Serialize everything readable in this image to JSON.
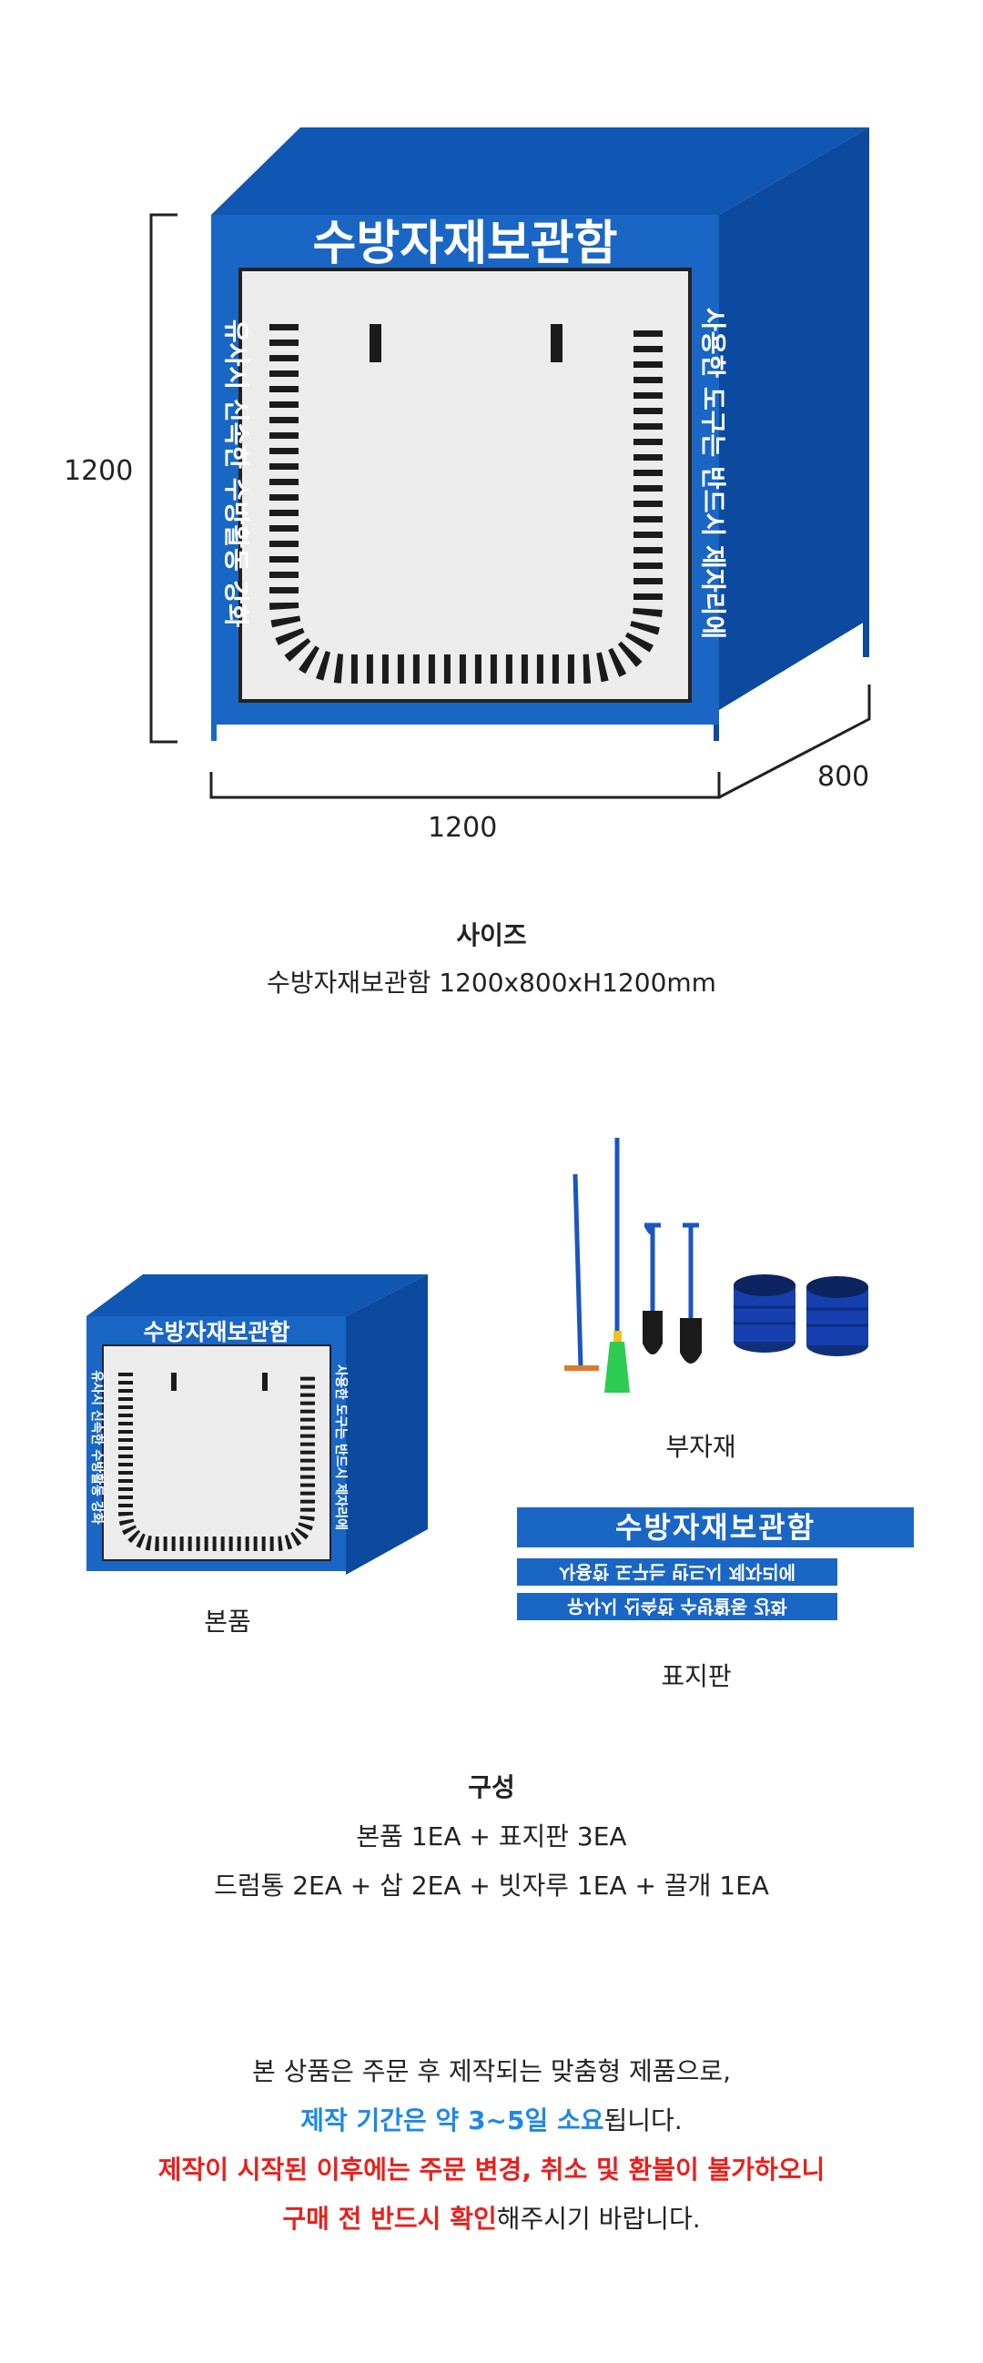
{
  "product": {
    "box_title": "수방자재보관함",
    "left_side_text": "유사시 신속한 수방활동 강화",
    "right_side_text": "사용한 도구는 반드시 제자리에"
  },
  "dimensions": {
    "height": "1200",
    "width": "1200",
    "depth": "800"
  },
  "size_section": {
    "title": "사이즈",
    "line": "수방자재보관함 1200x800xH1200mm"
  },
  "components": {
    "main_caption": "본품",
    "accessories_caption": "부자재",
    "sign_caption": "표지판",
    "sign_title": "수방자재보관함",
    "sign_line1": "사용한 도구는 반드시 제자리에",
    "sign_line2": "유사시 신속한 수방활동 강화"
  },
  "composition_section": {
    "title": "구성",
    "line1": "본품 1EA +   표지판 3EA",
    "line2": "드럼통 2EA + 삽 2EA + 빗자루 1EA + 끌개 1EA"
  },
  "notice": {
    "line1": "본 상품은 주문 후 제작되는 맞춤형 제품으로,",
    "line2_highlight": "제작 기간은 약 3~5일 소요",
    "line2_rest": "됩니다.",
    "line3": "제작이 시작된 이후에는 주문 변경, 취소 및 환불이 불가하오니",
    "line4_highlight": "구매 전 반드시 확인",
    "line4_rest": "해주시기 바랍니다."
  },
  "colors": {
    "box_blue": "#1a66c5",
    "box_top": "#0f57b3",
    "box_side": "#0c4aa0",
    "panel_gray": "#ececec",
    "highlight_blue": "#1e88e5",
    "highlight_red": "#e8201c"
  }
}
